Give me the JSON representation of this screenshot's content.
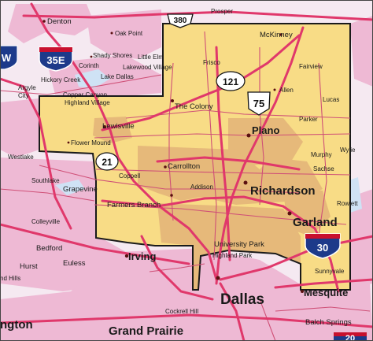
{
  "colors": {
    "background": "#f5e9f1",
    "urban_pink": "#eeb9d4",
    "service_area_fill": "#f8dc86",
    "service_area_urban": "#e6b97a",
    "service_area_border": "#1a1a1a",
    "highway": "#e0386b",
    "major_road": "#cf5077",
    "water": "#cfe2f5"
  },
  "region": {
    "fill_color": "#f8dc86",
    "border_color": "#1a1a1a"
  },
  "highway_shields": [
    {
      "id": "380",
      "type": "us",
      "label": "380"
    },
    {
      "id": "35E",
      "type": "interstate",
      "label": "35E"
    },
    {
      "id": "121",
      "type": "state",
      "label": "121"
    },
    {
      "id": "75",
      "type": "us",
      "label": "75"
    },
    {
      "id": "21",
      "type": "state",
      "label": "21"
    },
    {
      "id": "30",
      "type": "interstate",
      "label": "30"
    },
    {
      "id": "20",
      "type": "interstate",
      "label": "20"
    },
    {
      "id": "partial",
      "type": "interstate",
      "label": "W"
    }
  ],
  "places": {
    "denton": "Denton",
    "prosper": "Prosper",
    "oak_point": "Oak Point",
    "mckinney": "McKinney",
    "shady_shores": "Shady Shores",
    "little_elm": "Little Elm",
    "corinth": "Corinth",
    "lakewood_village": "Lakewood Village",
    "frisco": "Frisco",
    "fairview": "Fairview",
    "lake_dallas": "Lake Dallas",
    "hickory_creek": "Hickory Creek",
    "argyle": "Argyle",
    "city": "City",
    "copper_canyon": "Copper Canyon",
    "highland_village": "Highland Village",
    "the_colony": "The Colony",
    "allen": "Allen",
    "lucas": "Lucas",
    "lewisville": "Lewisville",
    "plano": "Plano",
    "parker": "Parker",
    "flower_mound": "Flower Mound",
    "murphy": "Murphy",
    "wylie": "Wylie",
    "westlake": "Westlake",
    "carrollton": "Carrollton",
    "sachse": "Sachse",
    "southlake": "Southlake",
    "coppell": "Coppell",
    "grapevine": "Grapevine",
    "addison": "Addison",
    "richardson": "Richardson",
    "rowlett": "Rowlett",
    "farmers_branch": "Farmers Branch",
    "colleyville": "Colleyville",
    "garland": "Garland",
    "bedford": "Bedford",
    "university_park": "University Park",
    "hurst": "Hurst",
    "euless": "Euless",
    "irving": "Irving",
    "highland_park": "Highland Park",
    "sunnyvale": "Sunnyvale",
    "nd_hills": "nd Hills",
    "dallas": "Dallas",
    "mesquite": "Mesquite",
    "cockrell_hill": "Cockrell Hill",
    "arlington": "ngton",
    "grand_prairie": "Grand Prairie",
    "balch_springs": "Balch Springs"
  }
}
